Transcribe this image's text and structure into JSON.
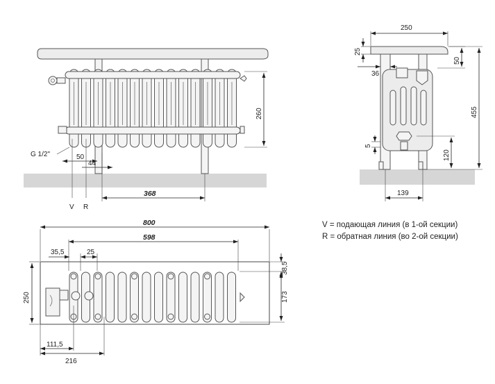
{
  "front_view": {
    "dims": {
      "height": "260",
      "g": "G 1/2\"",
      "d50": "50",
      "d44": "44",
      "d368": "368"
    },
    "ports": {
      "v": "V",
      "r": "R"
    }
  },
  "side_view": {
    "dims": {
      "width": "250",
      "top": "25",
      "d50": "50",
      "d36": "36",
      "height": "455",
      "d5": "5",
      "d120": "120",
      "d139": "139"
    }
  },
  "plan_view": {
    "dims": {
      "total": "800",
      "inner": "598",
      "d355": "35,5",
      "d25": "25",
      "depth": "250",
      "d385": "38,5",
      "d173": "173",
      "d1115": "111,5",
      "d216": "216"
    }
  },
  "legend": {
    "v_line": "V = подающая линия (в 1-ой секции)",
    "r_line": "R = обратная линия (во 2-ой секции)"
  }
}
